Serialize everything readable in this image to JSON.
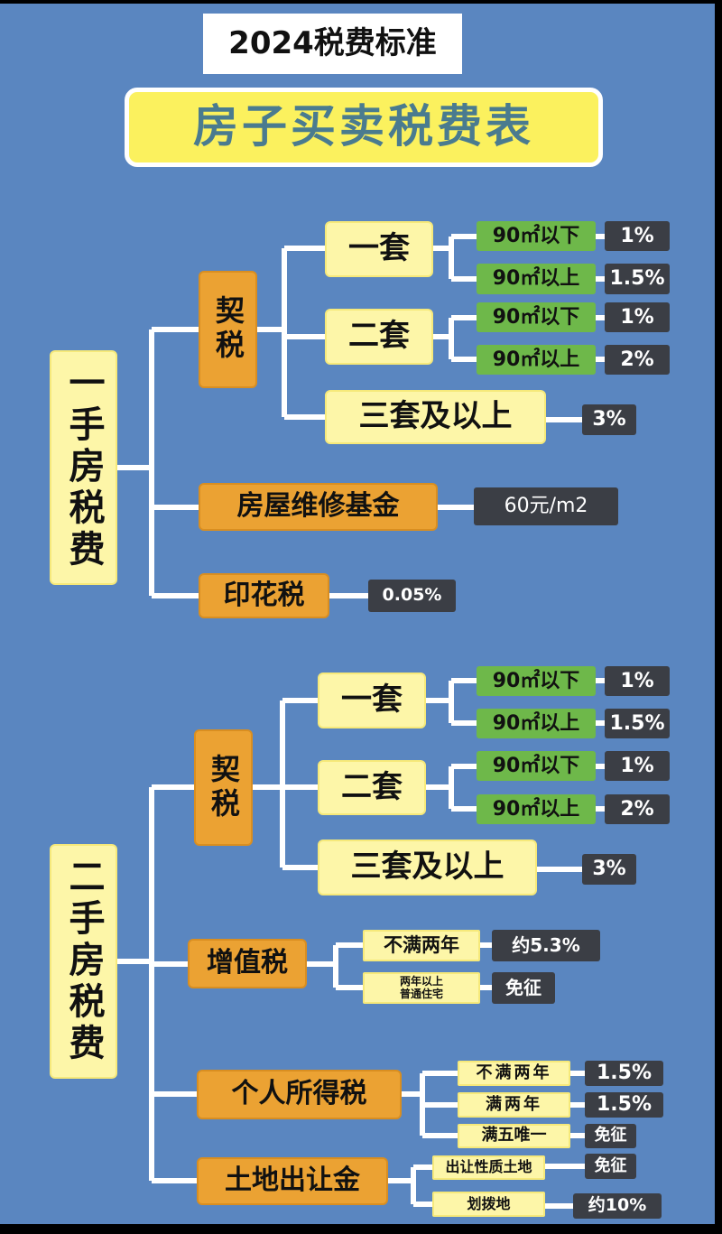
{
  "header": {
    "subtitle": "2024税费标准",
    "title": "房子买卖税费表"
  },
  "colors": {
    "background": "#5a86c0",
    "yellow": "#fdf6a8",
    "orange": "#eba233",
    "green": "#6eb84a",
    "dark": "#3b3e45"
  },
  "new_house": {
    "label": "一手房税费",
    "deed_tax": {
      "label": "契税",
      "first": {
        "label": "一套",
        "below90": "90㎡以下",
        "below90_rate": "1%",
        "above90": "90㎡以上",
        "above90_rate": "1.5%"
      },
      "second": {
        "label": "二套",
        "below90": "90㎡以下",
        "below90_rate": "1%",
        "above90": "90㎡以上",
        "above90_rate": "2%"
      },
      "third": {
        "label": "三套及以上",
        "rate": "3%"
      }
    },
    "maintenance_fund": {
      "label": "房屋维修基金",
      "rate": "60元/m2"
    },
    "stamp_tax": {
      "label": "印花税",
      "rate": "0.05%"
    }
  },
  "second_house": {
    "label": "二手房税费",
    "deed_tax": {
      "label": "契税",
      "first": {
        "label": "一套",
        "below90": "90㎡以下",
        "below90_rate": "1%",
        "above90": "90㎡以上",
        "above90_rate": "1.5%"
      },
      "second": {
        "label": "二套",
        "below90": "90㎡以下",
        "below90_rate": "1%",
        "above90": "90㎡以上",
        "above90_rate": "2%"
      },
      "third": {
        "label": "三套及以上",
        "rate": "3%"
      }
    },
    "vat": {
      "label": "增值税",
      "under2": "不满两年",
      "under2_rate": "约5.3%",
      "over2_line1": "两年以上",
      "over2_line2": "普通住宅",
      "over2_rate": "免征"
    },
    "income_tax": {
      "label": "个人所得税",
      "under2": "不满两年",
      "under2_rate": "1.5%",
      "full2": "满两年",
      "full2_rate": "1.5%",
      "five_only": "满五唯一",
      "five_only_rate": "免征"
    },
    "land_fee": {
      "label": "土地出让金",
      "transfer": "出让性质土地",
      "transfer_rate": "免征",
      "allocated": "划拨地",
      "allocated_rate": "约10%"
    }
  }
}
